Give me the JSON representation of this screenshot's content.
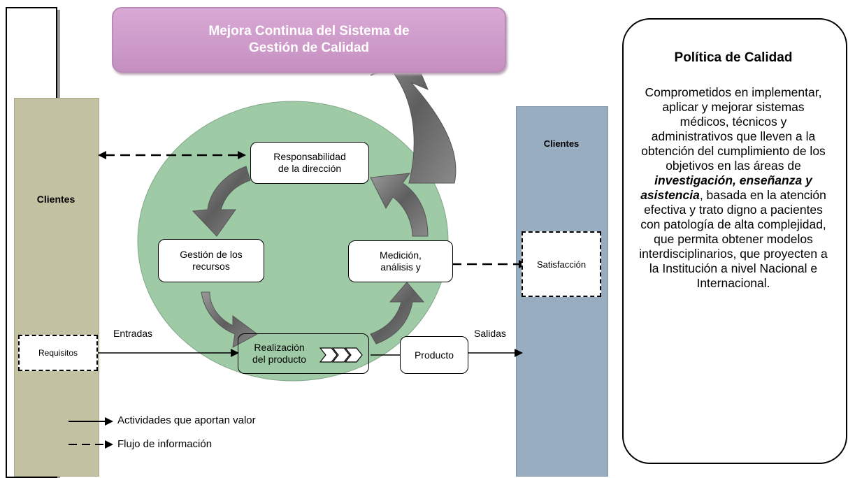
{
  "banner": {
    "line1": "Mejora Continua del Sistema de",
    "line2": "Gestión de Calidad"
  },
  "left_column": {
    "label": "Clientes",
    "requirements": "Requisitos"
  },
  "right_column": {
    "label": "Clientes",
    "satisfaction": "Satisfacción"
  },
  "process": {
    "management": {
      "line1": "Responsabilidad",
      "line2": "de la dirección"
    },
    "resources": {
      "line1": "Gestión de los",
      "line2": "recursos"
    },
    "measurement": {
      "line1": "Medición,",
      "line2": "análisis y"
    },
    "realization": {
      "line1": "Realización",
      "line2": "del producto"
    },
    "product": "Producto",
    "inputs": "Entradas",
    "outputs": "Salidas"
  },
  "legend": {
    "value_activities": "Actividades que aportan valor",
    "information_flow": "Flujo de información"
  },
  "policy": {
    "title": "Política de Calidad",
    "text_before": "Comprometidos en implementar, aplicar y mejorar sistemas médicos, técnicos y administrativos que lleven a la obtención del cumplimiento de los objetivos en las áreas de ",
    "emphasis": "investigación, enseñanza y asistencia",
    "text_after": ", basada en la atención efectiva y trato digno a pacientes con patología de alta complejidad, que permita obtener modelos interdisciplinarios, que proyecten a la Institución a nivel Nacional e Internacional."
  },
  "colors": {
    "banner": "#c590c1",
    "circle": "#9fcaa6",
    "clients_left": "#c2c1a1",
    "clients_right": "#98aec0",
    "arrow_gray": "#6d6d6d"
  }
}
